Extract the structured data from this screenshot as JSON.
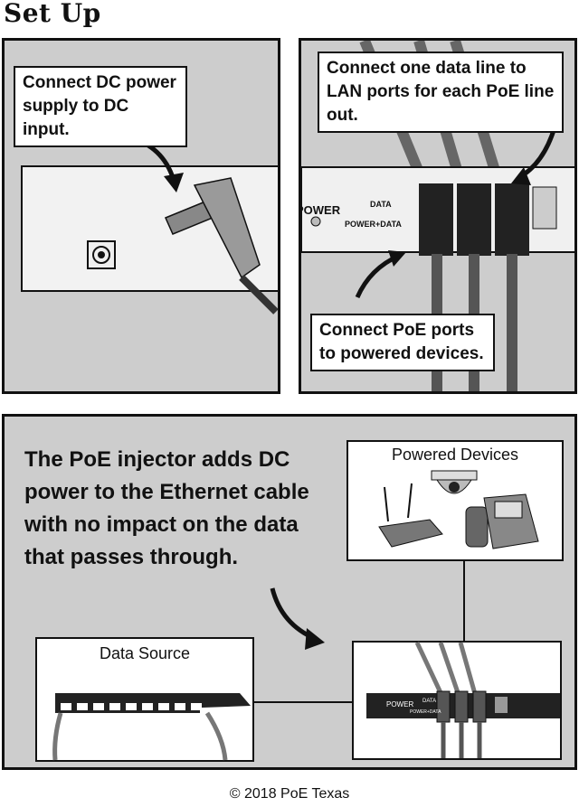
{
  "title": "Set Up",
  "panel1": {
    "callout": "Connect DC power supply to DC input."
  },
  "panel2": {
    "callout_top": "Connect one data line to LAN ports for each PoE line out.",
    "callout_bottom": "Connect PoE ports to powered  devices.",
    "device_power_label": "POWER",
    "device_data_label": "DATA",
    "device_powerdata_label": "POWER+DATA"
  },
  "panel3": {
    "description": "The PoE injector adds DC power to the Ethernet cable with no impact on the data that passes through.",
    "powered_devices_label": "Powered Devices",
    "data_source_label": "Data Source",
    "injector_power_label": "POWER",
    "injector_data_label": "DATA",
    "injector_powerdata_label": "POWER+DATA"
  },
  "footer": "© 2018 PoE Texas"
}
